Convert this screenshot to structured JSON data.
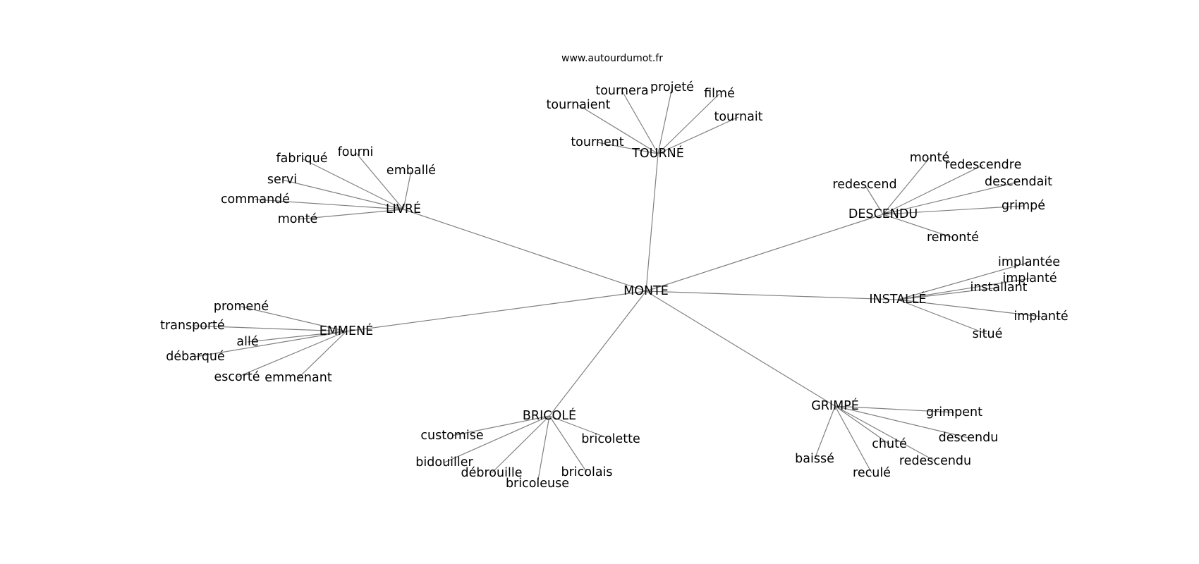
{
  "site": "www.autourdumot.fr",
  "center": "MONTE",
  "groups": [
    {
      "word": "TOURNÉ",
      "related": [
        "tournent",
        "tournaient",
        "tournera",
        "projeté",
        "filmé",
        "tournait"
      ]
    },
    {
      "word": "LIVRÉ",
      "related": [
        "fourni",
        "fabriqué",
        "emballé",
        "servi",
        "commandé",
        "monté"
      ]
    },
    {
      "word": "DESCENDU",
      "related": [
        "monté",
        "redescendre",
        "redescend",
        "descendait",
        "grimpé",
        "remonté"
      ]
    },
    {
      "word": "INSTALLÉ",
      "related": [
        "implantée",
        "implanté",
        "installant",
        "implanté",
        "situé"
      ]
    },
    {
      "word": "EMMENÉ",
      "related": [
        "promené",
        "transporté",
        "allé",
        "débarqué",
        "escorté",
        "emmenant"
      ]
    },
    {
      "word": "BRICOLÉ",
      "related": [
        "customise",
        "bricolette",
        "bidouiller",
        "débrouille",
        "bricolais",
        "bricoleuse"
      ]
    },
    {
      "word": "GRIMPÉ",
      "related": [
        "grimpent",
        "descendu",
        "chuté",
        "baissé",
        "redescendu",
        "reculé"
      ]
    }
  ]
}
